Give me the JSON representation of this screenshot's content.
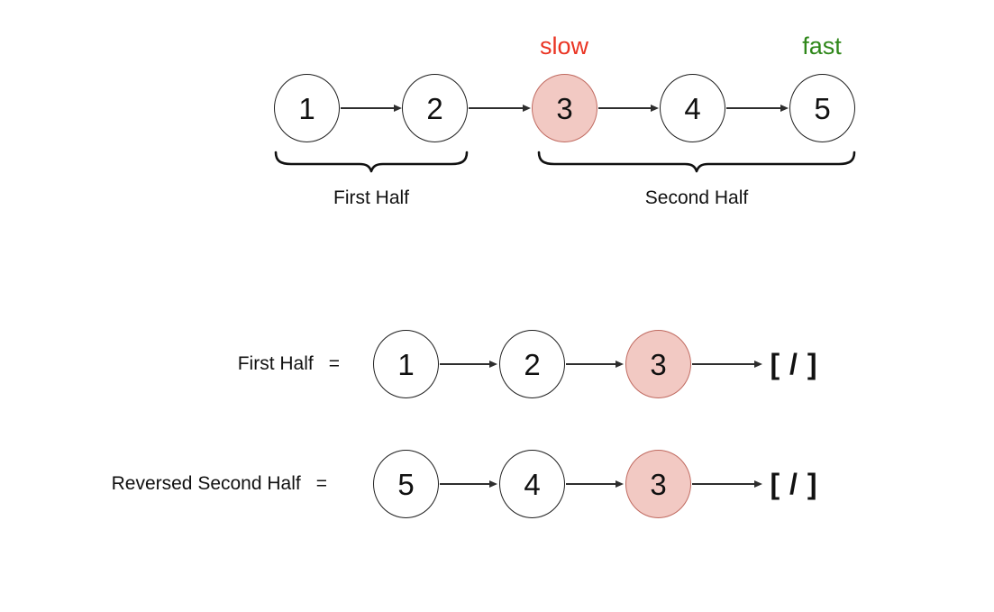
{
  "colors": {
    "background": "#ffffff",
    "node_fill": "#ffffff",
    "node_border": "#1f1f1f",
    "highlight_fill": "#f2c9c3",
    "highlight_border": "#c06a60",
    "slow_color": "#ea3423",
    "fast_color": "#2f871a",
    "arrow": "#2e2e2e",
    "text": "#111111"
  },
  "top_diagram": {
    "slow_pointer": "slow",
    "fast_pointer": "fast",
    "nodes": [
      {
        "value": "1",
        "highlighted": false
      },
      {
        "value": "2",
        "highlighted": false
      },
      {
        "value": "3",
        "highlighted": true
      },
      {
        "value": "4",
        "highlighted": false
      },
      {
        "value": "5",
        "highlighted": false
      }
    ],
    "first_half_label": "First Half",
    "second_half_label": "Second Half"
  },
  "first_half_row": {
    "label": "First Half",
    "equals_sign": "=",
    "nodes": [
      {
        "value": "1",
        "highlighted": false
      },
      {
        "value": "2",
        "highlighted": false
      },
      {
        "value": "3",
        "highlighted": true
      }
    ],
    "null_terminator": "[ / ]"
  },
  "reversed_second_half_row": {
    "label": "Reversed Second Half",
    "equals_sign": "=",
    "nodes": [
      {
        "value": "5",
        "highlighted": false
      },
      {
        "value": "4",
        "highlighted": false
      },
      {
        "value": "3",
        "highlighted": true
      }
    ],
    "null_terminator": "[ / ]"
  }
}
